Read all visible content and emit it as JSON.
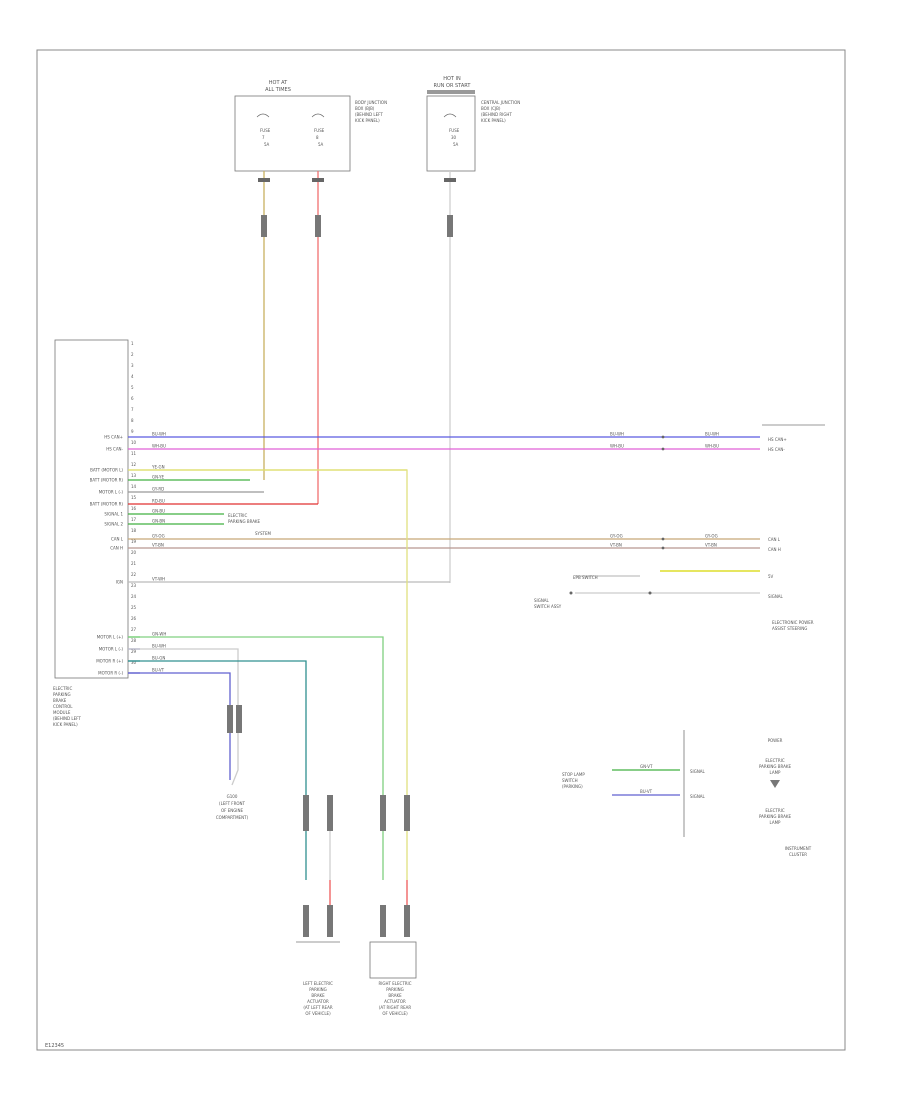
{
  "fuse_box_1": {
    "header": [
      "HOT AT",
      "ALL TIMES"
    ],
    "fuse_a": [
      "FUSE",
      "7",
      "5A"
    ],
    "fuse_b": [
      "FUSE",
      "8",
      "5A"
    ],
    "label": [
      "BODY JUNCTION",
      "BOX (BJB)",
      "(BEHIND LEFT",
      "KICK PANEL)"
    ]
  },
  "fuse_box_2": {
    "header": [
      "HOT IN",
      "RUN OR START"
    ],
    "fuse": [
      "FUSE",
      "30",
      "5A"
    ],
    "label": [
      "CENTRAL JUNCTION",
      "BOX (CJB)",
      "(BEHIND RIGHT",
      "KICK PANEL)"
    ]
  },
  "module": {
    "label": [
      "ELECTRIC",
      "PARKING",
      "BRAKE",
      "CONTROL",
      "MODULE",
      "(BEHIND LEFT",
      "KICK PANEL)"
    ],
    "pin_numbers": [
      "1",
      "2",
      "3",
      "4",
      "5",
      "6",
      "7",
      "8",
      "9",
      "10",
      "11",
      "12",
      "13",
      "14",
      "15",
      "16",
      "17",
      "18",
      "19",
      "20",
      "21",
      "22",
      "23",
      "24",
      "25",
      "26",
      "27",
      "28",
      "29",
      "30"
    ],
    "pins": [
      {
        "label": "HS CAN+",
        "wire": "BU-WH",
        "dest": "HS CAN+",
        "color": "#5a5ae0"
      },
      {
        "label": "HS CAN-",
        "wire": "WH-BU",
        "dest": "HS CAN-",
        "color": "#e060d8"
      },
      {
        "label": "BATT (MOTOR L)",
        "wire": "YE-GN",
        "color": "#d8d800"
      },
      {
        "label": "BATT (MOTOR R)",
        "wire": "GN-YE",
        "color": "#40b040"
      },
      {
        "label": "MOTOR L (-)",
        "wire": "GY-RD",
        "color": "#999999"
      },
      {
        "label": "BATT (MOTOR R)",
        "wire": "RD-BU",
        "color": "#e03030"
      },
      {
        "label": "SIGNAL 1",
        "wire": "GN-BU",
        "color": "#40b040"
      },
      {
        "label": "SIGNAL 2",
        "wire": "GN-BN",
        "color": "#40b040"
      },
      {
        "label": "CAN L",
        "wire": "GY-OG",
        "dest": "CAN L",
        "color": "#c8a878"
      },
      {
        "label": "CAN H",
        "wire": "VT-BN",
        "dest": "CAN H",
        "color": "#b89890"
      },
      {
        "label": "IGN",
        "wire": "VT-WH",
        "color": "#bbbbbb"
      },
      {
        "label": "MOTOR L (+)",
        "wire": "GN-WH",
        "color": "#50c850"
      },
      {
        "label": "MOTOR L (-)",
        "wire": "BU-WH",
        "color": "#5050c0"
      },
      {
        "label": "MOTOR R (+)",
        "wire": "BU-GN",
        "color": "#309090"
      },
      {
        "label": "MOTOR R (-)",
        "wire": "BU-VT",
        "color": "#6060d0"
      }
    ]
  },
  "center_notes": [
    "ELECTRIC",
    "PARKING BRAKE",
    "SYSTEM"
  ],
  "right_connector": {
    "label": [
      "ELECTRONIC POWER",
      "ASSIST STEERING"
    ],
    "switch_label": "EPB SWITCH",
    "pins": [
      "HS CAN+",
      "HS CAN-",
      "CAN L",
      "CAN H",
      "5V",
      "SIGNAL"
    ],
    "refs": [
      "SIGNAL",
      "SWITCH ASSY"
    ]
  },
  "cluster": {
    "name": [
      "INSTRUMENT",
      "CLUSTER"
    ],
    "left_label": [
      "STOP LAMP",
      "SWITCH",
      "(PARKING)"
    ],
    "pins": [
      "GN-VT",
      "BU-VT"
    ],
    "pin_labels": [
      "SIGNAL",
      "SIGNAL"
    ],
    "indicator_1": [
      "ELECTRIC",
      "PARKING BRAKE",
      "LAMP"
    ],
    "indicator_2": [
      "ELECTRIC",
      "PARKING BRAKE",
      "LAMP"
    ],
    "indicator_3": [
      "POWER"
    ]
  },
  "ground": {
    "label": [
      "G100",
      "(LEFT FRONT",
      "OF ENGINE",
      "COMPARTMENT)"
    ]
  },
  "motor_left": {
    "label": [
      "LEFT ELECTRIC",
      "PARKING",
      "BRAKE",
      "ACTUATOR",
      "(AT LEFT REAR",
      "OF VEHICLE)"
    ]
  },
  "motor_right": {
    "label": [
      "RIGHT ELECTRIC",
      "PARKING",
      "BRAKE",
      "ACTUATOR",
      "(AT RIGHT REAR",
      "OF VEHICLE)"
    ]
  },
  "footer": {
    "code": "E12345"
  }
}
